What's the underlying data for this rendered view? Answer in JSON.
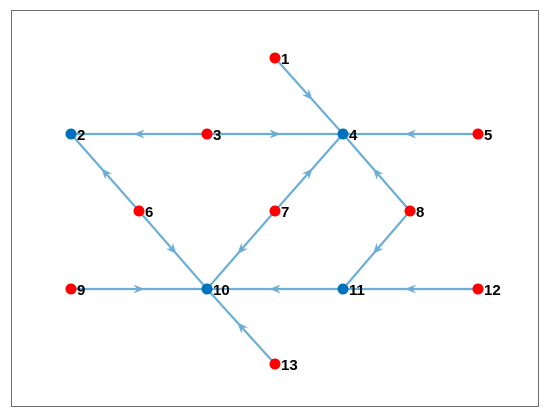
{
  "graph": {
    "node_colors": {
      "red": "#ff0000",
      "blue": "#0072bd"
    },
    "edge_color": "#6baed6",
    "frame_color": "#6e6e6e",
    "nodes": [
      {
        "id": "1",
        "label": "1",
        "color": "red"
      },
      {
        "id": "2",
        "label": "2",
        "color": "blue"
      },
      {
        "id": "3",
        "label": "3",
        "color": "red"
      },
      {
        "id": "4",
        "label": "4",
        "color": "blue"
      },
      {
        "id": "5",
        "label": "5",
        "color": "red"
      },
      {
        "id": "6",
        "label": "6",
        "color": "red"
      },
      {
        "id": "7",
        "label": "7",
        "color": "red"
      },
      {
        "id": "8",
        "label": "8",
        "color": "red"
      },
      {
        "id": "9",
        "label": "9",
        "color": "red"
      },
      {
        "id": "10",
        "label": "10",
        "color": "blue"
      },
      {
        "id": "11",
        "label": "11",
        "color": "blue"
      },
      {
        "id": "12",
        "label": "12",
        "color": "red"
      },
      {
        "id": "13",
        "label": "13",
        "color": "red"
      }
    ],
    "edges": [
      {
        "from": "1",
        "to": "4"
      },
      {
        "from": "3",
        "to": "2"
      },
      {
        "from": "3",
        "to": "4"
      },
      {
        "from": "5",
        "to": "4"
      },
      {
        "from": "6",
        "to": "2"
      },
      {
        "from": "6",
        "to": "10"
      },
      {
        "from": "7",
        "to": "4"
      },
      {
        "from": "7",
        "to": "10"
      },
      {
        "from": "8",
        "to": "4"
      },
      {
        "from": "8",
        "to": "11"
      },
      {
        "from": "9",
        "to": "10"
      },
      {
        "from": "11",
        "to": "10"
      },
      {
        "from": "12",
        "to": "11"
      },
      {
        "from": "13",
        "to": "10"
      }
    ]
  }
}
